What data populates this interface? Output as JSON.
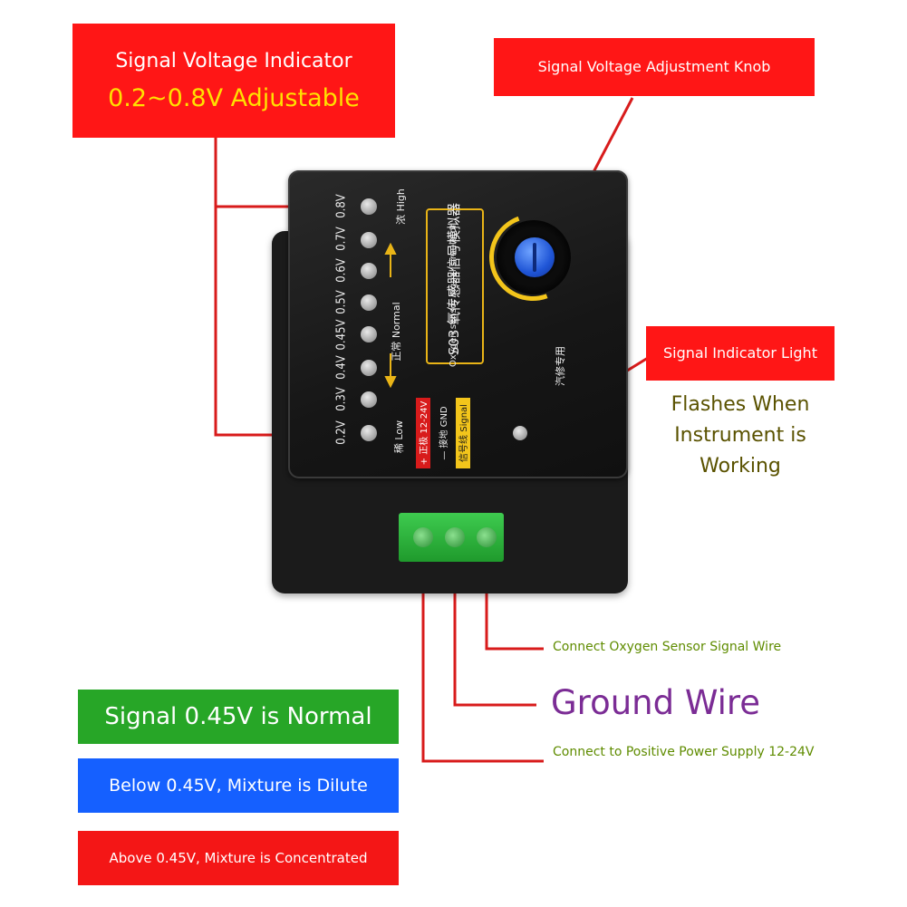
{
  "callouts": {
    "indicator_title": "Signal Voltage Indicator",
    "indicator_range": "0.2~0.8V Adjustable",
    "knob_title": "Signal Voltage Adjustment Knob",
    "signal_light_title": "Signal Indicator Light",
    "signal_light_note": "Flashes When Instrument is Working"
  },
  "device": {
    "model": "S03 氧传感器信号模拟器",
    "subtitle": "Oxygen sensor signal simulator",
    "voltages": [
      "0.8V",
      "0.7V",
      "0.6V",
      "0.5V",
      "0.45V",
      "0.4V",
      "0.3V",
      "0.2V"
    ],
    "high_label": "浓 High",
    "normal_label": "正常 Normal",
    "low_label": "稀 Low",
    "terminal_power": "+ 正极 12-24V",
    "terminal_gnd": "— 接地 GND",
    "terminal_signal": "信号线 Signal",
    "auto_label": "汽修专用"
  },
  "wires": {
    "signal": "Connect Oxygen Sensor Signal Wire",
    "ground": "Ground Wire",
    "power": "Connect to Positive Power Supply 12-24V"
  },
  "legend": {
    "normal": "Signal 0.45V is Normal",
    "dilute": "Below 0.45V, Mixture is Dilute",
    "concentrated": "Above 0.45V, Mixture is Concentrated"
  },
  "colors": {
    "callout_red": "#ff1616",
    "callout_yellow_text": "#ffe100",
    "leader_line": "#d81b1b",
    "note_olive": "#5a5200",
    "wire_text_green": "#5f8c00",
    "ground_purple": "#7b2c95",
    "legend_green": "#27a627",
    "legend_blue": "#1560ff",
    "legend_red": "#f41616"
  }
}
